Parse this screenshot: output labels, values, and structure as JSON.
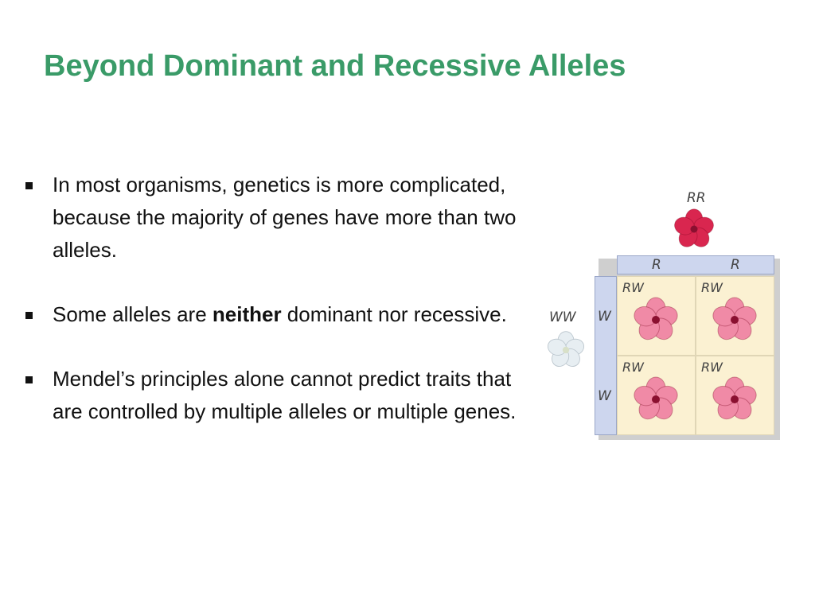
{
  "slide": {
    "title": "Beyond Dominant and Recessive Alleles",
    "bullets": [
      {
        "text": "In most organisms, genetics is more complicated, because the majority of genes have more than two alleles."
      },
      {
        "before": "Some alleles are ",
        "bold": "neither",
        "after": " dominant nor recessive."
      },
      {
        "text": "Mendel’s principles alone cannot predict traits that are controlled by multiple alleles or multiple genes."
      }
    ]
  },
  "punnett": {
    "parent_top": "RR",
    "parent_left": "WW",
    "top_alleles": [
      "R",
      "R"
    ],
    "left_alleles": [
      "W",
      "W"
    ],
    "cells": [
      "RW",
      "RW",
      "RW",
      "RW"
    ],
    "colors": {
      "red_flower": "#d9264f",
      "pink_flower": "#f08aa6",
      "white_flower": "#e7eef2",
      "header_fill": "#cdd6ee",
      "cell_fill": "#fbf1d2"
    }
  }
}
